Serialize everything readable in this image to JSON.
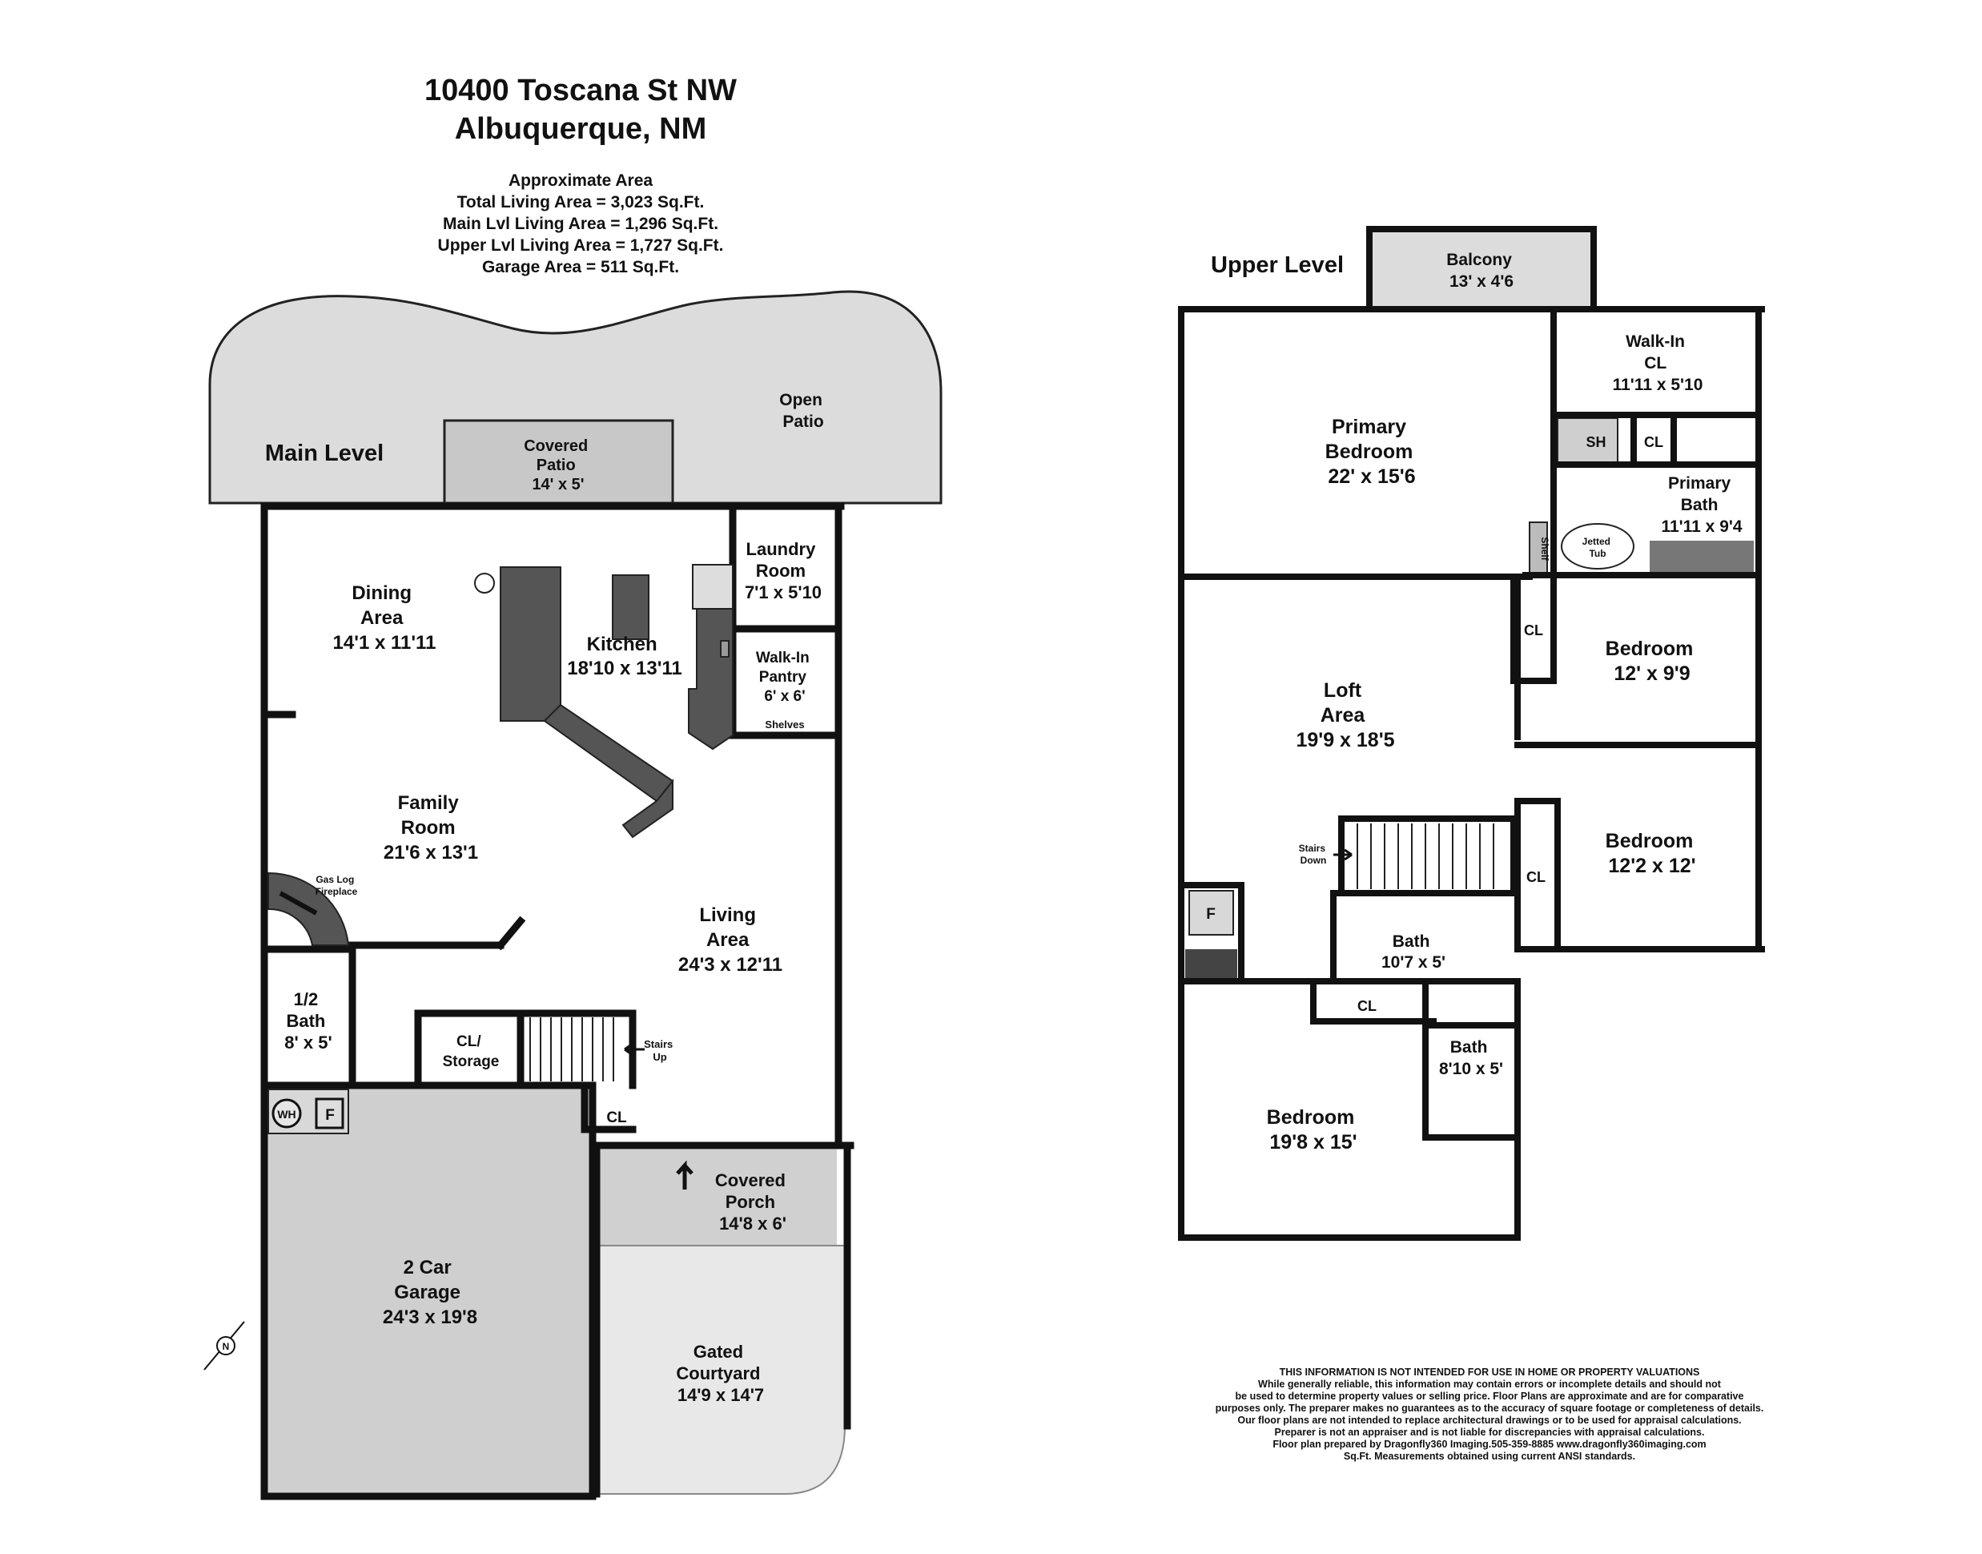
{
  "header": {
    "address_line1": "10400 Toscana St NW",
    "address_line2": "Albuquerque, NM",
    "area_title": "Approximate Area",
    "total_area": "Total Living Area = 3,023 Sq.Ft.",
    "main_area": "Main Lvl Living Area = 1,296 Sq.Ft.",
    "upper_area": "Upper Lvl Living Area = 1,727 Sq.Ft.",
    "garage_area": "Garage Area = 511 Sq.Ft."
  },
  "main_level": {
    "title": "Main Level",
    "open_patio": [
      "Open",
      "Patio"
    ],
    "covered_patio": [
      "Covered",
      "Patio",
      "14' x 5'"
    ],
    "dining": [
      "Dining",
      "Area",
      "14'1 x 11'11"
    ],
    "kitchen": [
      "Kitchen",
      "18'10 x 13'11"
    ],
    "laundry": [
      "Laundry",
      "Room",
      "7'1 x 5'10"
    ],
    "pantry": [
      "Walk-In",
      "Pantry",
      "6' x 6'"
    ],
    "shelves": "Shelves",
    "family": [
      "Family",
      "Room",
      "21'6 x 13'1"
    ],
    "fireplace": [
      "Gas Log",
      "Fireplace"
    ],
    "living": [
      "Living",
      "Area",
      "24'3 x 12'11"
    ],
    "half_bath": [
      "1/2",
      "Bath",
      "8' x 5'"
    ],
    "cl_storage": [
      "CL/",
      "Storage"
    ],
    "stairs_up": [
      "Stairs",
      "Up"
    ],
    "cl": "CL",
    "wh": "WH",
    "furnace": "F",
    "covered_porch": [
      "Covered",
      "Porch",
      "14'8 x 6'"
    ],
    "garage": [
      "2 Car",
      "Garage",
      "24'3 x 19'8"
    ],
    "courtyard": [
      "Gated",
      "Courtyard",
      "14'9 x 14'7"
    ],
    "compass": "N"
  },
  "upper_level": {
    "title": "Upper Level",
    "balcony": [
      "Balcony",
      "13' x 4'6"
    ],
    "primary_bedroom": [
      "Primary",
      "Bedroom",
      "22' x 15'6"
    ],
    "walkin_cl": [
      "Walk-In",
      "CL",
      "11'11 x 5'10"
    ],
    "sh": "SH",
    "cl": "CL",
    "primary_bath": [
      "Primary",
      "Bath",
      "11'11 x 9'4"
    ],
    "shelf": "Shelf",
    "jetted_tub": [
      "Jetted",
      "Tub"
    ],
    "loft": [
      "Loft",
      "Area",
      "19'9 x 18'5"
    ],
    "bedroom2": [
      "Bedroom",
      "12' x 9'9"
    ],
    "bedroom3": [
      "Bedroom",
      "12'2 x 12'"
    ],
    "stairs_down": [
      "Stairs",
      "Down"
    ],
    "furnace": "F",
    "bath1": [
      "Bath",
      "10'7 x 5'"
    ],
    "bath2": [
      "Bath",
      "8'10 x 5'"
    ],
    "bedroom4": [
      "Bedroom",
      "19'8 x 15'"
    ]
  },
  "disclaimer": [
    "THIS INFORMATION IS NOT INTENDED FOR USE IN HOME OR PROPERTY VALUATIONS",
    "While generally reliable, this information may contain errors or incomplete details and should not",
    "be used to determine property values or selling price. Floor Plans are approximate and are for comparative",
    "purposes only. The preparer makes no guarantees as to the accuracy of square footage or completeness of details.",
    "Our floor plans are not intended to replace architectural drawings or to be used for appraisal calculations.",
    "Preparer is not an appraiser and is not liable for discrepancies with appraisal calculations.",
    "Floor plan prepared by Dragonfly360 Imaging.505-359-8885  www.dragonfly360imaging.com",
    "Sq.Ft. Measurements obtained using current ANSI standards."
  ]
}
